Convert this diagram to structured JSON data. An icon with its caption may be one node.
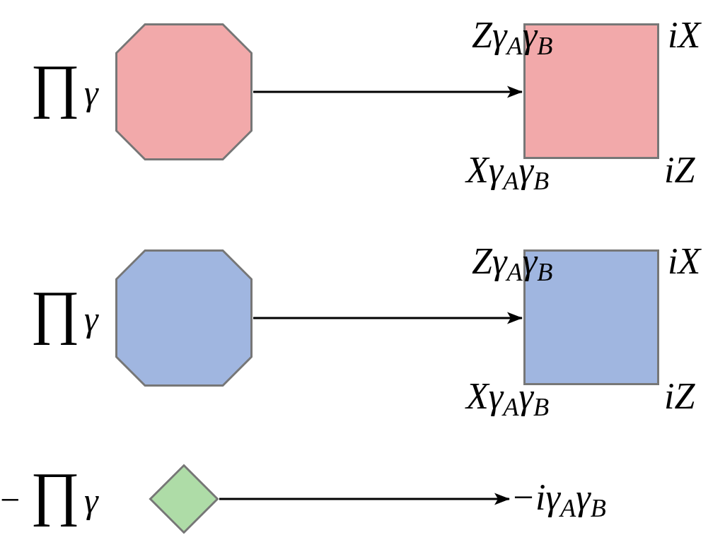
{
  "diagram": {
    "nodes": [
      {
        "text": [],
        "shape": "octagon",
        "beside": [
          "∏",
          "γ"
        ]
      },
      {
        "text": [],
        "shape": "box",
        "beside": [
          "Zγ$_{A}$γ$_{B}$",
          "iX",
          "Xγ$_{A}$γ$_{B}$",
          "iZ"
        ]
      },
      {
        "text": [],
        "shape": "octagon",
        "beside": [
          "∏",
          "γ"
        ]
      },
      {
        "text": [],
        "shape": "box",
        "beside": [
          "Zγ$_{A}$γ$_{B}$",
          "iX",
          "Xγ$_{A}$γ$_{B}$",
          "iZ"
        ]
      },
      {
        "text": [],
        "shape": "diamond",
        "beside": [
          "−",
          "∏",
          "γ"
        ]
      },
      {
        "text": [
          "−iγ$_{A}$γ$_{B}$"
        ]
      }
    ],
    "edges": [
      {
        "from": 0,
        "to": 1,
        "arrow": "to"
      },
      {
        "from": 2,
        "to": 3,
        "arrow": "to"
      },
      {
        "from": 4,
        "to": 5,
        "arrow": "to"
      }
    ]
  }
}
